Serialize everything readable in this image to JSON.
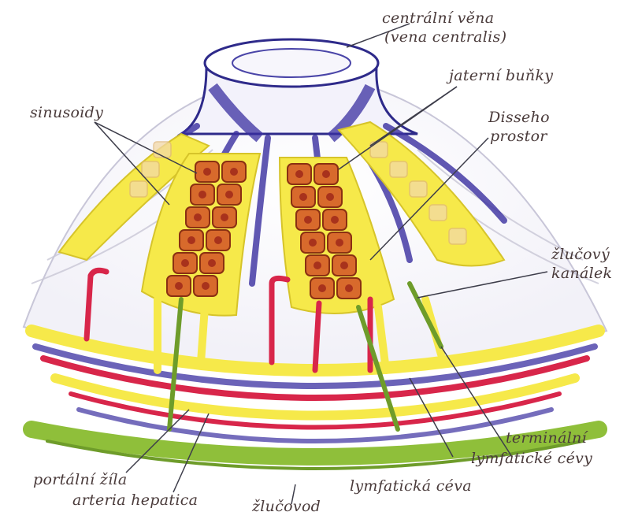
{
  "labels": {
    "central_vein_1": "centrální věna",
    "central_vein_2": "(vena centralis)",
    "hepatocytes": "jaterní buňky",
    "sinusoids": "sinusoidy",
    "disse_1": "Disseho",
    "disse_2": "prostor",
    "bile_canal_1": "žlučový",
    "bile_canal_2": "kanálek",
    "lymph_terminal_1": "terminální",
    "lymph_terminal_2": "lymfatické cévy",
    "portal_vein": "portální žíla",
    "hepatic_artery": "arteria hepatica",
    "bile_duct": "žlučovod",
    "lymph_vessel": "lymfatická céva"
  },
  "colors": {
    "yellow": "#f6e94a",
    "purple": "#3a2fa0",
    "red": "#d8264a",
    "green": "#8fbf3a",
    "cell_orange": "#d86a2c",
    "cell_nucleus": "#a8321c"
  }
}
